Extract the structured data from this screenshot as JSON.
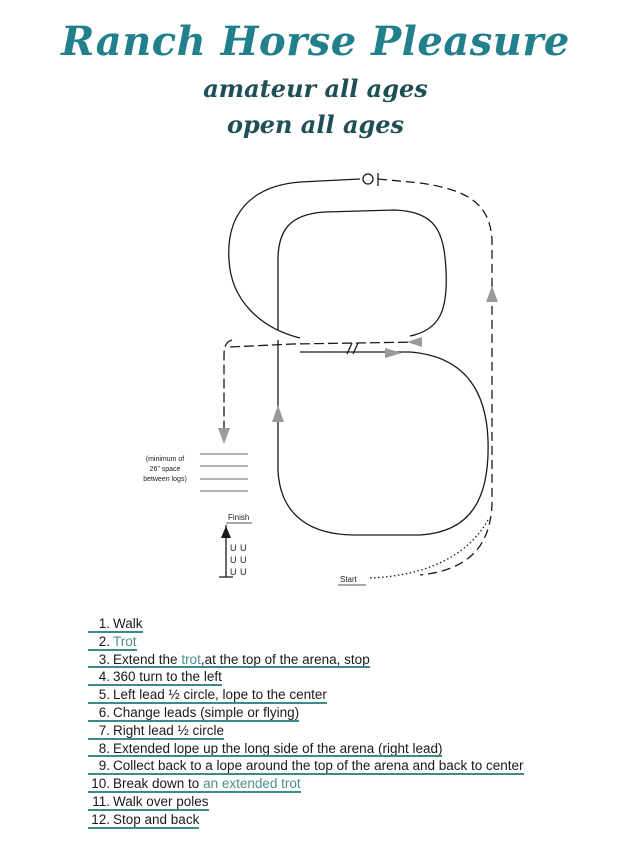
{
  "header": {
    "title": "Ranch Horse Pleasure",
    "subtitle_1": "amateur all ages",
    "subtitle_2": "open all ages"
  },
  "diagram": {
    "poles_note_1": "(minimum of",
    "poles_note_2": "26\" space",
    "poles_note_3": "between logs)",
    "finish_label": "Finish",
    "start_label": "Start",
    "horseshoe_glyph": "U"
  },
  "steps": [
    {
      "num": "1.",
      "parts": [
        {
          "text": "Walk",
          "teal": false
        }
      ]
    },
    {
      "num": "2.",
      "parts": [
        {
          "text": "Trot",
          "teal": true
        }
      ]
    },
    {
      "num": "3.",
      "parts": [
        {
          "text": "Extend the ",
          "teal": false
        },
        {
          "text": "trot",
          "teal": true
        },
        {
          "text": ",at the top of the arena, stop",
          "teal": false
        }
      ]
    },
    {
      "num": "4.",
      "parts": [
        {
          "text": "360 turn to the left",
          "teal": false
        }
      ]
    },
    {
      "num": "5.",
      "parts": [
        {
          "text": "Left lead ½ circle, lope to the center",
          "teal": false
        }
      ]
    },
    {
      "num": "6.",
      "parts": [
        {
          "text": "Change leads (simple or flying)",
          "teal": false
        }
      ]
    },
    {
      "num": "7.",
      "parts": [
        {
          "text": "Right lead ½ circle",
          "teal": false
        }
      ]
    },
    {
      "num": "8.",
      "parts": [
        {
          "text": "Extended lope up the long side of the arena (right lead)",
          "teal": false
        }
      ]
    },
    {
      "num": "9.",
      "parts": [
        {
          "text": "Collect back to a lope around the top of the arena and back to center",
          "teal": false
        }
      ]
    },
    {
      "num": "10.",
      "parts": [
        {
          "text": "Break down to ",
          "teal": false
        },
        {
          "text": "an extended trot",
          "teal": true
        }
      ]
    },
    {
      "num": "11.",
      "parts": [
        {
          "text": "Walk over poles",
          "teal": false
        }
      ]
    },
    {
      "num": "12.",
      "parts": [
        {
          "text": "Stop and back",
          "teal": false
        }
      ]
    }
  ],
  "colors": {
    "title": "#227f8c",
    "subtitle": "#1e4f55",
    "underline": "#3d8a89",
    "teal_text": "#4a8f8d",
    "arrow_gray": "#9a9a9a"
  }
}
